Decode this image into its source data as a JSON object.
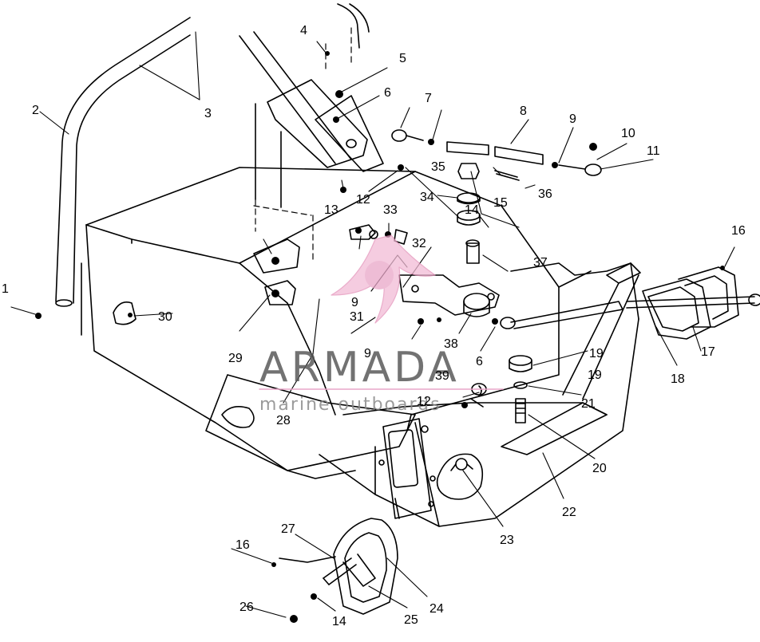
{
  "watermark": {
    "brand": "ARMADA",
    "tagline": "marine outboards",
    "colors": {
      "text": "#5a5a5a",
      "accent": "#e9a6c8",
      "logo": "#f2bcd6"
    }
  },
  "callouts": [
    "1",
    "2",
    "3",
    "4",
    "5",
    "6",
    "7",
    "8",
    "9",
    "10",
    "11",
    "12",
    "13",
    "14",
    "15",
    "16",
    "17",
    "18",
    "19",
    "20",
    "21",
    "22",
    "23",
    "24",
    "25",
    "26",
    "27",
    "28",
    "29",
    "30",
    "31",
    "32",
    "33",
    "34",
    "35",
    "36",
    "37",
    "38",
    "39",
    "9",
    "12",
    "6",
    "9",
    "14",
    "19",
    "16"
  ]
}
